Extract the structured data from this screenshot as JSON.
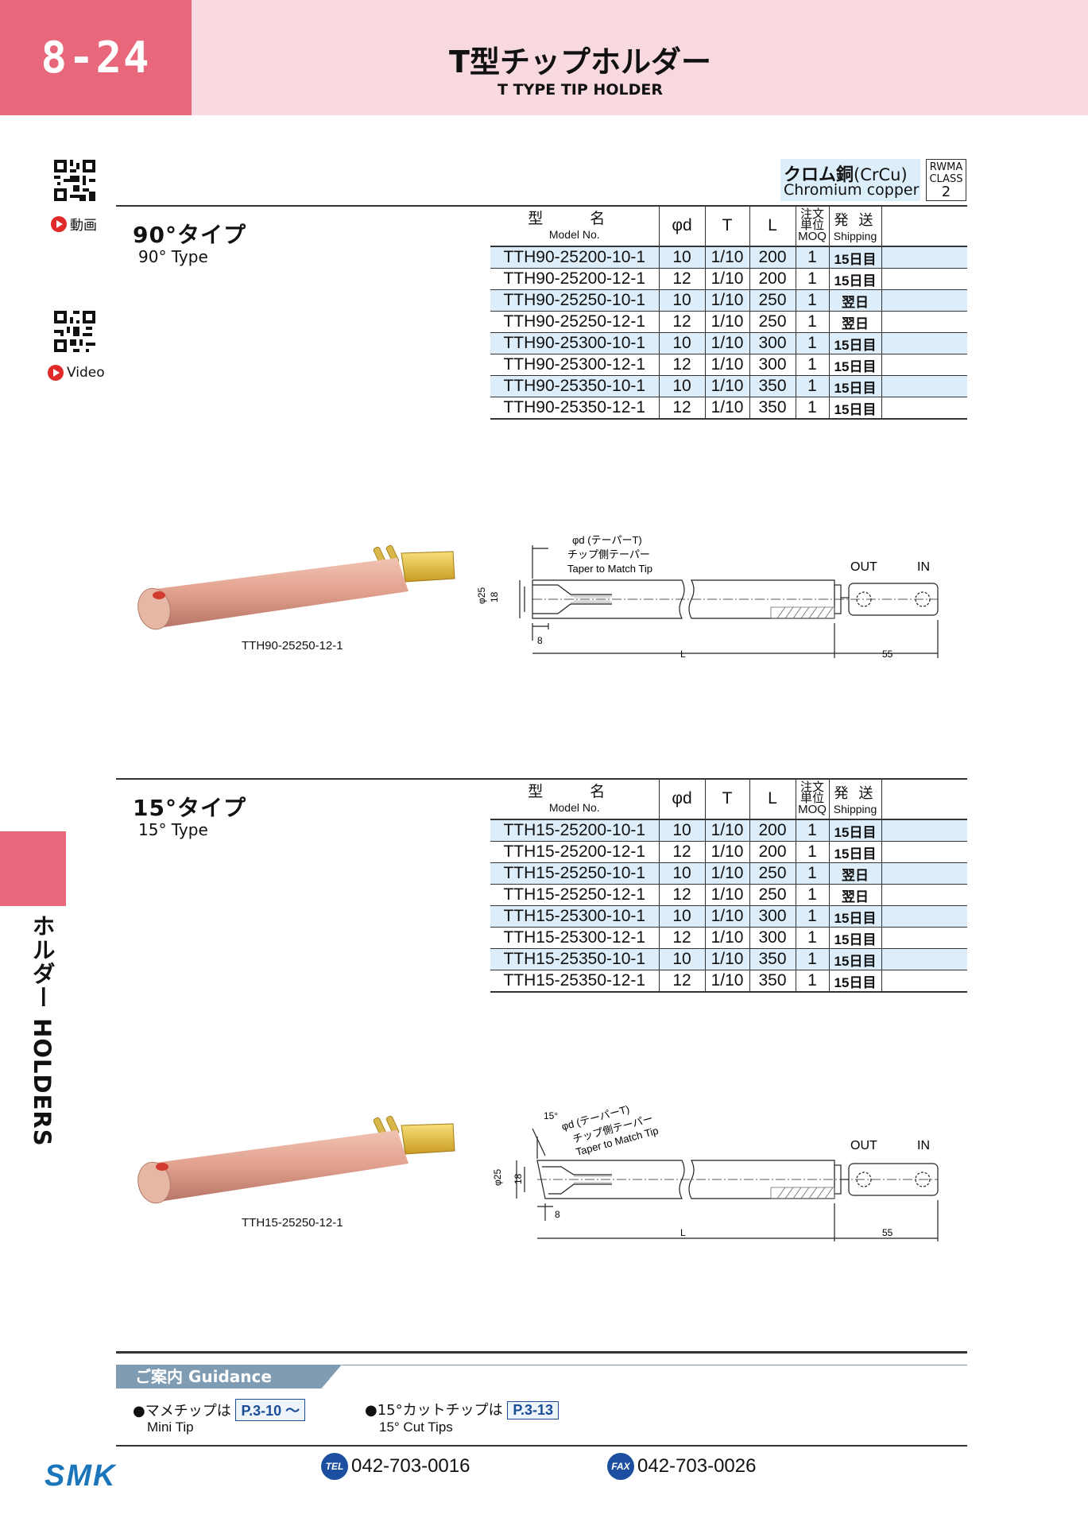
{
  "header": {
    "page_number": "8-24",
    "title_jp": "T型チップホルダー",
    "title_en": "T TYPE TIP HOLDER"
  },
  "video": {
    "label_jp": "動画",
    "label_en": "Video"
  },
  "material": {
    "name_jp": "クロム銅",
    "formula": "(CrCu)",
    "name_en": "Chromium copper",
    "class_label1": "RWMA",
    "class_label2": "CLASS",
    "class_value": "2"
  },
  "table_headers": {
    "model_jp": "型　名",
    "model_en": "Model No.",
    "d": "φd",
    "t": "T",
    "l": "L",
    "moq_jp1": "注文",
    "moq_jp2": "単位",
    "moq_en": "MOQ",
    "ship_jp": "発 送",
    "ship_en": "Shipping"
  },
  "sec90": {
    "title_jp": "90°タイプ",
    "title_en": "90° Type",
    "rows": [
      [
        "TTH90-25200-10-1",
        "10",
        "1/10",
        "200",
        "1",
        "15日目"
      ],
      [
        "TTH90-25200-12-1",
        "12",
        "1/10",
        "200",
        "1",
        "15日目"
      ],
      [
        "TTH90-25250-10-1",
        "10",
        "1/10",
        "250",
        "1",
        "翌日"
      ],
      [
        "TTH90-25250-12-1",
        "12",
        "1/10",
        "250",
        "1",
        "翌日"
      ],
      [
        "TTH90-25300-10-1",
        "10",
        "1/10",
        "300",
        "1",
        "15日目"
      ],
      [
        "TTH90-25300-12-1",
        "12",
        "1/10",
        "300",
        "1",
        "15日目"
      ],
      [
        "TTH90-25350-10-1",
        "10",
        "1/10",
        "350",
        "1",
        "15日目"
      ],
      [
        "TTH90-25350-12-1",
        "12",
        "1/10",
        "350",
        "1",
        "15日目"
      ]
    ],
    "photo_caption": "TTH90-25250-12-1"
  },
  "sec15": {
    "title_jp": "15°タイプ",
    "title_en": "15° Type",
    "rows": [
      [
        "TTH15-25200-10-1",
        "10",
        "1/10",
        "200",
        "1",
        "15日目"
      ],
      [
        "TTH15-25200-12-1",
        "12",
        "1/10",
        "200",
        "1",
        "15日目"
      ],
      [
        "TTH15-25250-10-1",
        "10",
        "1/10",
        "250",
        "1",
        "翌日"
      ],
      [
        "TTH15-25250-12-1",
        "12",
        "1/10",
        "250",
        "1",
        "翌日"
      ],
      [
        "TTH15-25300-10-1",
        "10",
        "1/10",
        "300",
        "1",
        "15日目"
      ],
      [
        "TTH15-25300-12-1",
        "12",
        "1/10",
        "300",
        "1",
        "15日目"
      ],
      [
        "TTH15-25350-10-1",
        "10",
        "1/10",
        "350",
        "1",
        "15日目"
      ],
      [
        "TTH15-25350-12-1",
        "12",
        "1/10",
        "350",
        "1",
        "15日目"
      ]
    ],
    "photo_caption": "TTH15-25250-12-1"
  },
  "drawing": {
    "taper_jp1": "φd (テーパーT)",
    "taper_jp2": "チップ側テーパー",
    "taper_en": "Taper to Match Tip",
    "out": "OUT",
    "in": "IN",
    "dim_25": "φ25",
    "dim_18": "18",
    "dim_8": "8",
    "dim_l": "L",
    "dim_55": "55",
    "angle": "15°"
  },
  "side_label": "ホルダー HOLDERS",
  "guidance": {
    "header": "ご案内 Guidance",
    "item1_jp": "●マメチップは",
    "item1_ref": "P.3-10 ～",
    "item1_en": "Mini Tip",
    "item2_jp": "●15°カットチップは",
    "item2_ref": "P.3-13",
    "item2_en": "15° Cut Tips"
  },
  "footer": {
    "logo": "SMK",
    "tel_badge": "TEL",
    "tel": "042-703-0016",
    "fax_badge": "FAX",
    "fax": "042-703-0026"
  }
}
